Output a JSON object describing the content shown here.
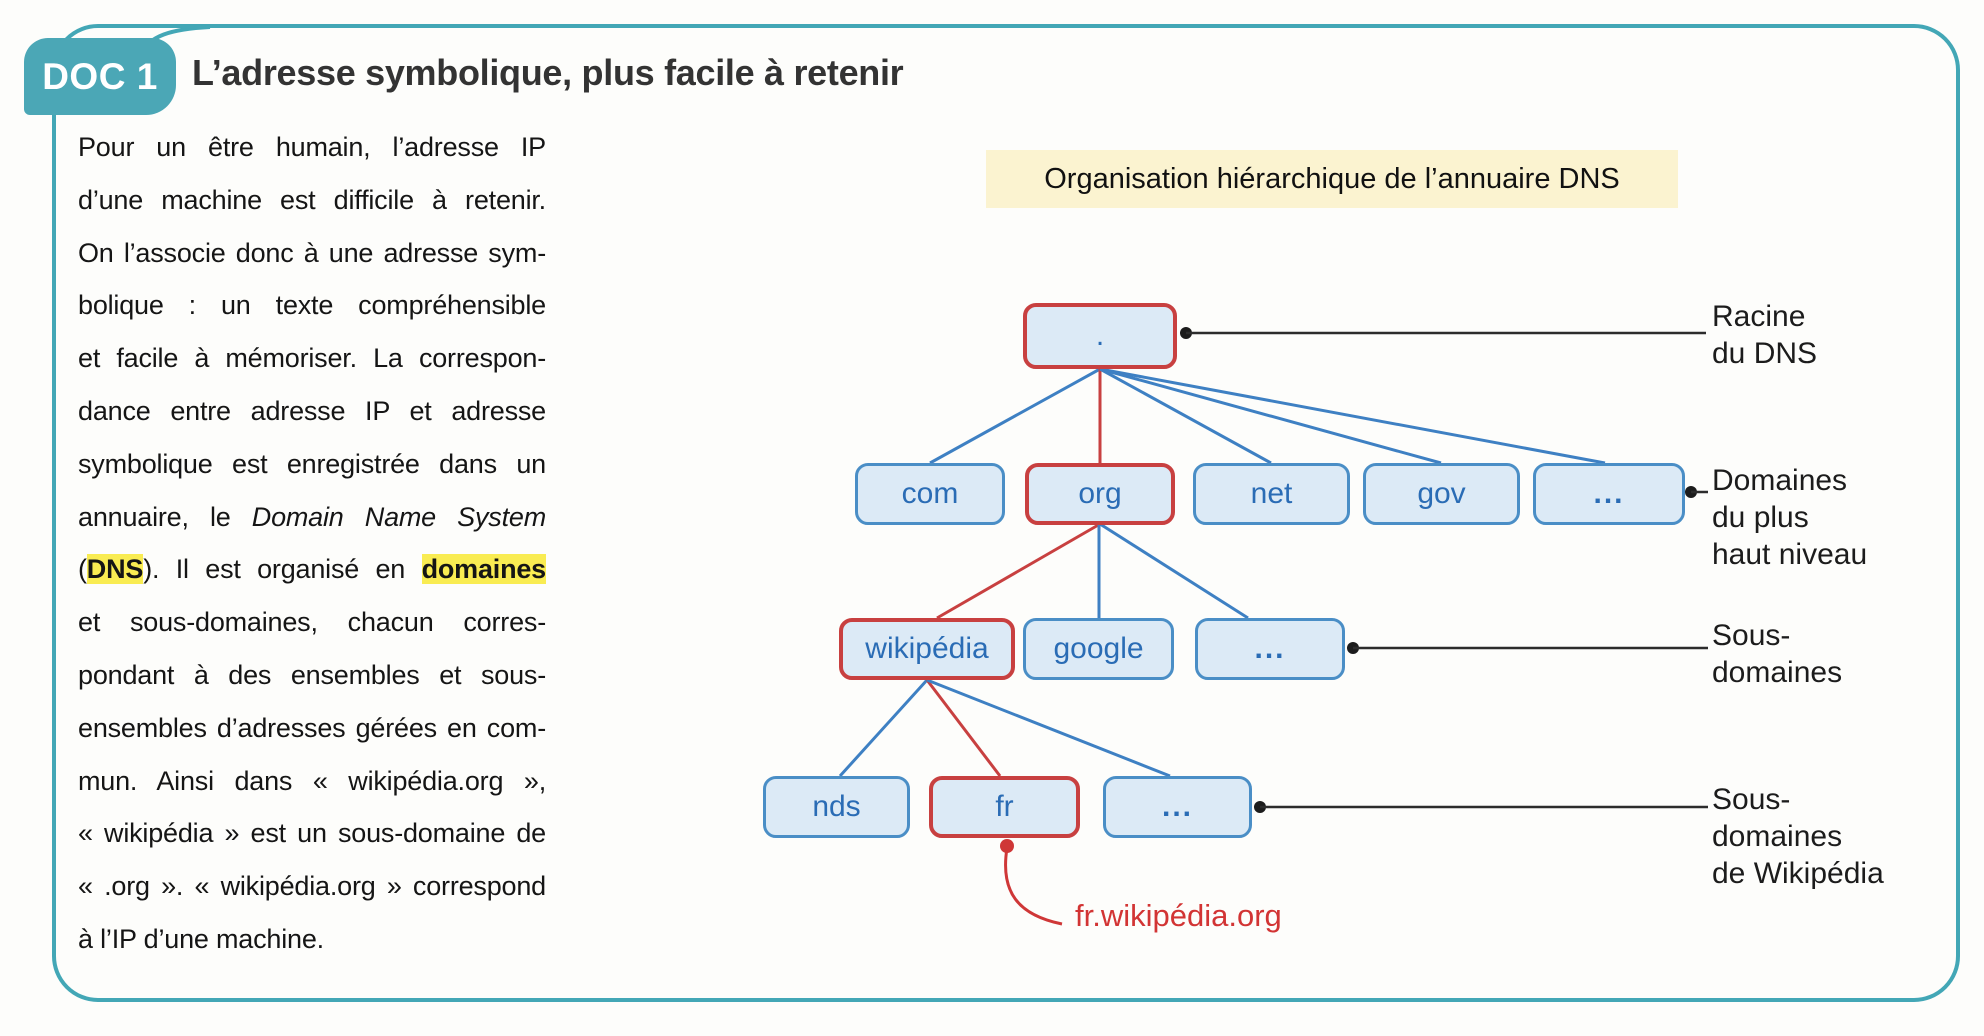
{
  "badge": {
    "label": "DOC 1"
  },
  "header": {
    "title": "L’adresse symbolique, plus facile à retenir"
  },
  "article": {
    "lines": [
      [
        {
          "t": "Pour un être humain, l’adresse IP"
        }
      ],
      [
        {
          "t": "d’une machine est difficile à retenir."
        }
      ],
      [
        {
          "t": "On l’associe donc à une adresse sym-"
        }
      ],
      [
        {
          "t": "bolique : un texte compréhensible"
        }
      ],
      [
        {
          "t": "et facile à mémoriser. La correspon-"
        }
      ],
      [
        {
          "t": "dance entre adresse IP et adresse"
        }
      ],
      [
        {
          "t": "symbolique est enregistrée dans un"
        }
      ],
      [
        {
          "t": "annuaire, le "
        },
        {
          "t": "Domain Name System",
          "i": 1
        }
      ],
      [
        {
          "t": "("
        },
        {
          "t": "DNS",
          "h": 1
        },
        {
          "t": "). Il est organisé en "
        },
        {
          "t": "domaines",
          "h": 1
        }
      ],
      [
        {
          "t": "et sous-domaines, chacun corres-"
        }
      ],
      [
        {
          "t": "pondant à des ensembles et sous-"
        }
      ],
      [
        {
          "t": "ensembles d’adresses gérées en com-"
        }
      ],
      [
        {
          "t": "mun. Ainsi dans « wikipédia.org »,"
        }
      ],
      [
        {
          "t": "« wikipédia » est un sous-domaine de"
        }
      ],
      [
        {
          "t": "« .org ». « wikipédia.org » correspond"
        }
      ],
      [
        {
          "t": "à l’IP d’une machine."
        }
      ]
    ]
  },
  "diagram": {
    "title": "Organisation hiérarchique de l’annuaire DNS",
    "nodes": {
      "root": ".",
      "com": "com",
      "org": "org",
      "net": "net",
      "gov": "gov",
      "dots1": "...",
      "wikipedia": "wikipédia",
      "google": "google",
      "dots2": "...",
      "nds": "nds",
      "fr": "fr",
      "dots3": "..."
    },
    "side_labels": {
      "racine": "Racine\ndu DNS",
      "domaines": "Domaines\ndu plus\nhaut niveau",
      "sous_domaines": "Sous-\ndomaines",
      "sous_domaines_wikipedia": "Sous-\ndomaines\nde Wikipédia"
    },
    "annotation": "fr.wikipédia.org"
  },
  "colors": {
    "frame_teal": "#43a7b6",
    "node_fill": "#dceaf6",
    "node_blue_border": "#4a8ec6",
    "node_red_border": "#c84040",
    "node_text_blue": "#2a6cb5",
    "highlight_yellow": "#f9ec52",
    "diagram_title_bg": "#fbf3d0",
    "annotation_red": "#d23434",
    "connector_black": "#2c2c2c"
  }
}
